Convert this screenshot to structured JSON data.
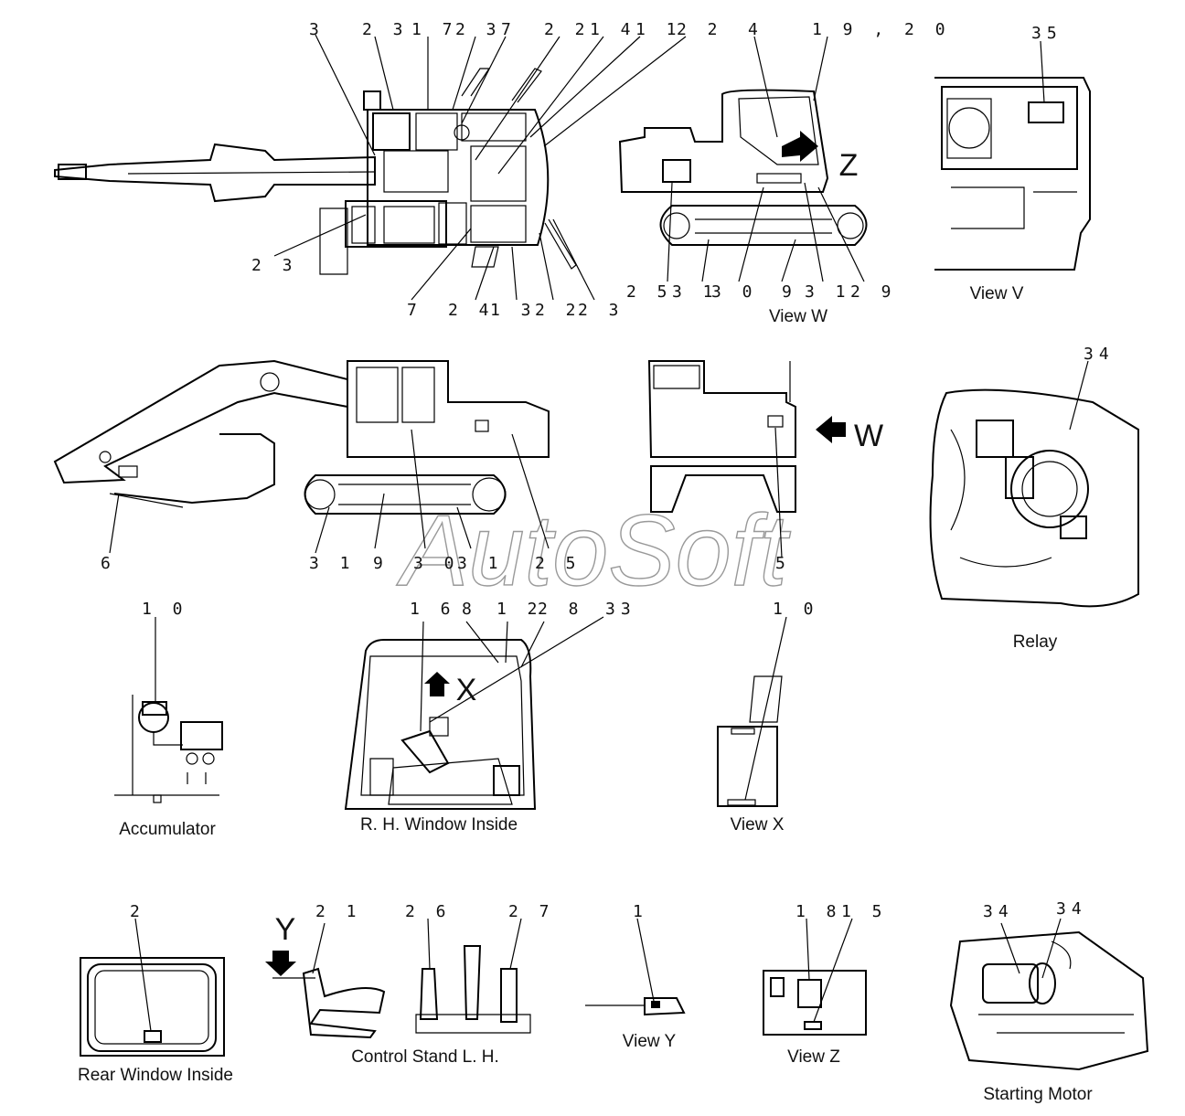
{
  "callouts": {
    "top_left_top": [
      "3",
      "2 3",
      "1 7",
      "2 3",
      "7",
      "2 2",
      "1 4",
      "1 1",
      "2 2"
    ],
    "top_left_side": "2 3",
    "top_left_bottom": [
      "7",
      "2 4",
      "1 3",
      "2 2",
      "2 3"
    ],
    "view_w_top": [
      "4",
      "1 9 , 2 0"
    ],
    "view_w_bottom": [
      "2 5",
      "3 1",
      "3 0",
      "9",
      "3 1",
      "2 9"
    ],
    "view_v": "35",
    "side_bottom": [
      "6",
      "3 1",
      "9",
      "3 0",
      "3 1",
      "2 5"
    ],
    "rear_bottom": "5",
    "relay": "34",
    "accumulator": "1 0",
    "rh_window": [
      "1 6",
      "8",
      "1 2",
      "2 8",
      "33"
    ],
    "view_x": "1 0",
    "rear_window": "2",
    "control_stand": [
      "2 1",
      "2 6",
      "2 7"
    ],
    "view_y": "1",
    "view_z": [
      "1 8",
      "1 5"
    ],
    "starting_motor": [
      "34",
      "34"
    ]
  },
  "arrows": {
    "z": "Z",
    "w": "W",
    "x": "X",
    "y": "Y"
  },
  "captions": {
    "view_w": "View W",
    "view_v": "View V",
    "relay": "Relay",
    "accumulator": "Accumulator",
    "rh_window": "R. H. Window Inside",
    "view_x": "View X",
    "rear_window": "Rear Window Inside",
    "control_stand": "Control Stand L. H.",
    "view_y": "View Y",
    "view_z": "View Z",
    "starting_motor": "Starting Motor"
  },
  "watermark": "AutoSoft"
}
